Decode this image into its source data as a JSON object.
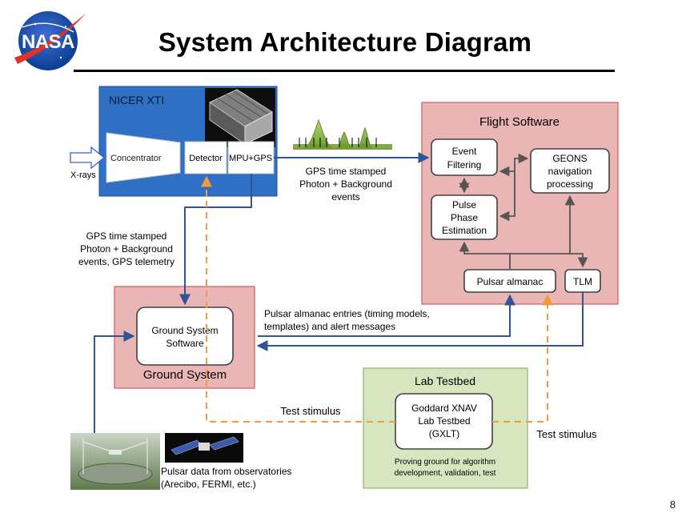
{
  "slide": {
    "title": "System Architecture Diagram",
    "page_number": "8",
    "logo_text": "NASA"
  },
  "nicer": {
    "title": "NICER XTI",
    "concentrator": "Concentrator",
    "detector": "Detector",
    "mpu_gps": "MPU+GPS",
    "input_label": "X-rays"
  },
  "flight_software": {
    "title": "Flight Software",
    "event_filtering": [
      "Event",
      "Filtering"
    ],
    "pulse_phase": [
      "Pulse",
      "Phase",
      "Estimation"
    ],
    "geons": [
      "GEONS",
      "navigation",
      "processing"
    ],
    "pulsar_almanac": "Pulsar almanac",
    "tlm": "TLM"
  },
  "ground_system": {
    "title": "Ground System",
    "software": [
      "Ground System",
      "Software"
    ]
  },
  "lab_testbed": {
    "title": "Lab Testbed",
    "gxlt": [
      "Goddard XNAV",
      "Lab Testbed",
      "(GXLT)"
    ],
    "caption": [
      "Proving ground for algorithm",
      "development, validation, test"
    ]
  },
  "labels": {
    "gps_stamped_top": [
      "GPS time stamped",
      "Photon + Background",
      "events"
    ],
    "gps_stamped_left": [
      "GPS time stamped",
      "Photon + Background",
      "events, GPS telemetry"
    ],
    "almanac_entries": [
      "Pulsar almanac entries (timing models,",
      "templates) and alert messages"
    ],
    "test_stimulus_left": "Test stimulus",
    "test_stimulus_right": "Test stimulus",
    "observatories": [
      "Pulsar data from observatories",
      "(Arecibo, FERMI, etc.)"
    ]
  },
  "colors": {
    "nicer_blue": "#2f6fc4",
    "flight_red": "#e9b5b5",
    "ground_red": "#e9b5b5",
    "lab_green": "#d7e6bf",
    "arrow_blue": "#2f5597",
    "stimulus_orange": "#f29a3c",
    "gray_arrow": "#555555"
  }
}
